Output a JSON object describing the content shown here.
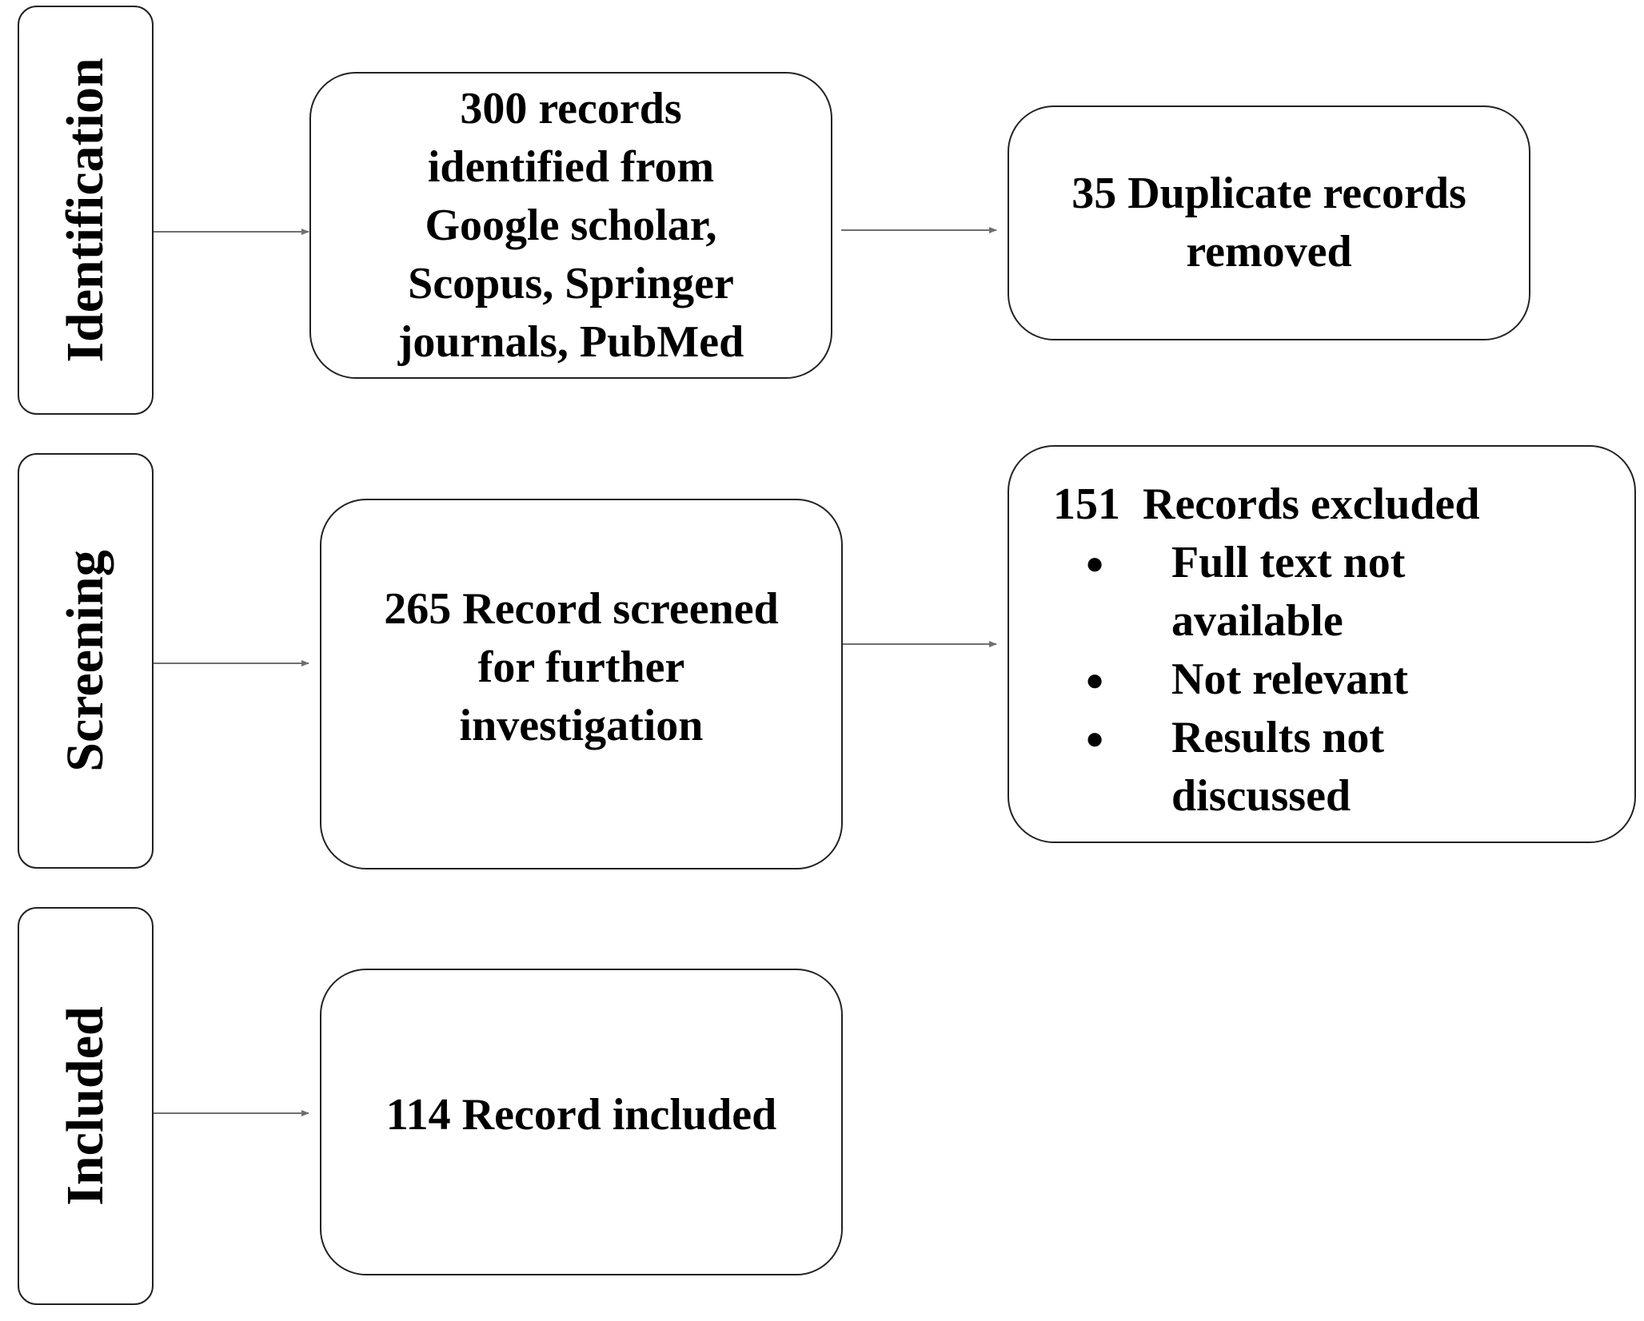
{
  "phases": {
    "identification": "Identification",
    "screening": "Screening",
    "included": "Included"
  },
  "boxes": {
    "identified": [
      "300 records",
      "identified from",
      "Google scholar,",
      "Scopus,  Springer",
      "journals, PubMed"
    ],
    "duplicates": [
      "35 Duplicate records",
      "removed"
    ],
    "screened": [
      "265 Record screened",
      "for further",
      "investigation"
    ],
    "excluded": {
      "title": "151  Records excluded",
      "reasons": [
        "Full text not available",
        "Not relevant",
        "Results not discussed"
      ]
    },
    "included": "114 Record included"
  },
  "colors": {
    "border": "#222222",
    "arrow": "#6f6f6f",
    "text": "#000000"
  }
}
